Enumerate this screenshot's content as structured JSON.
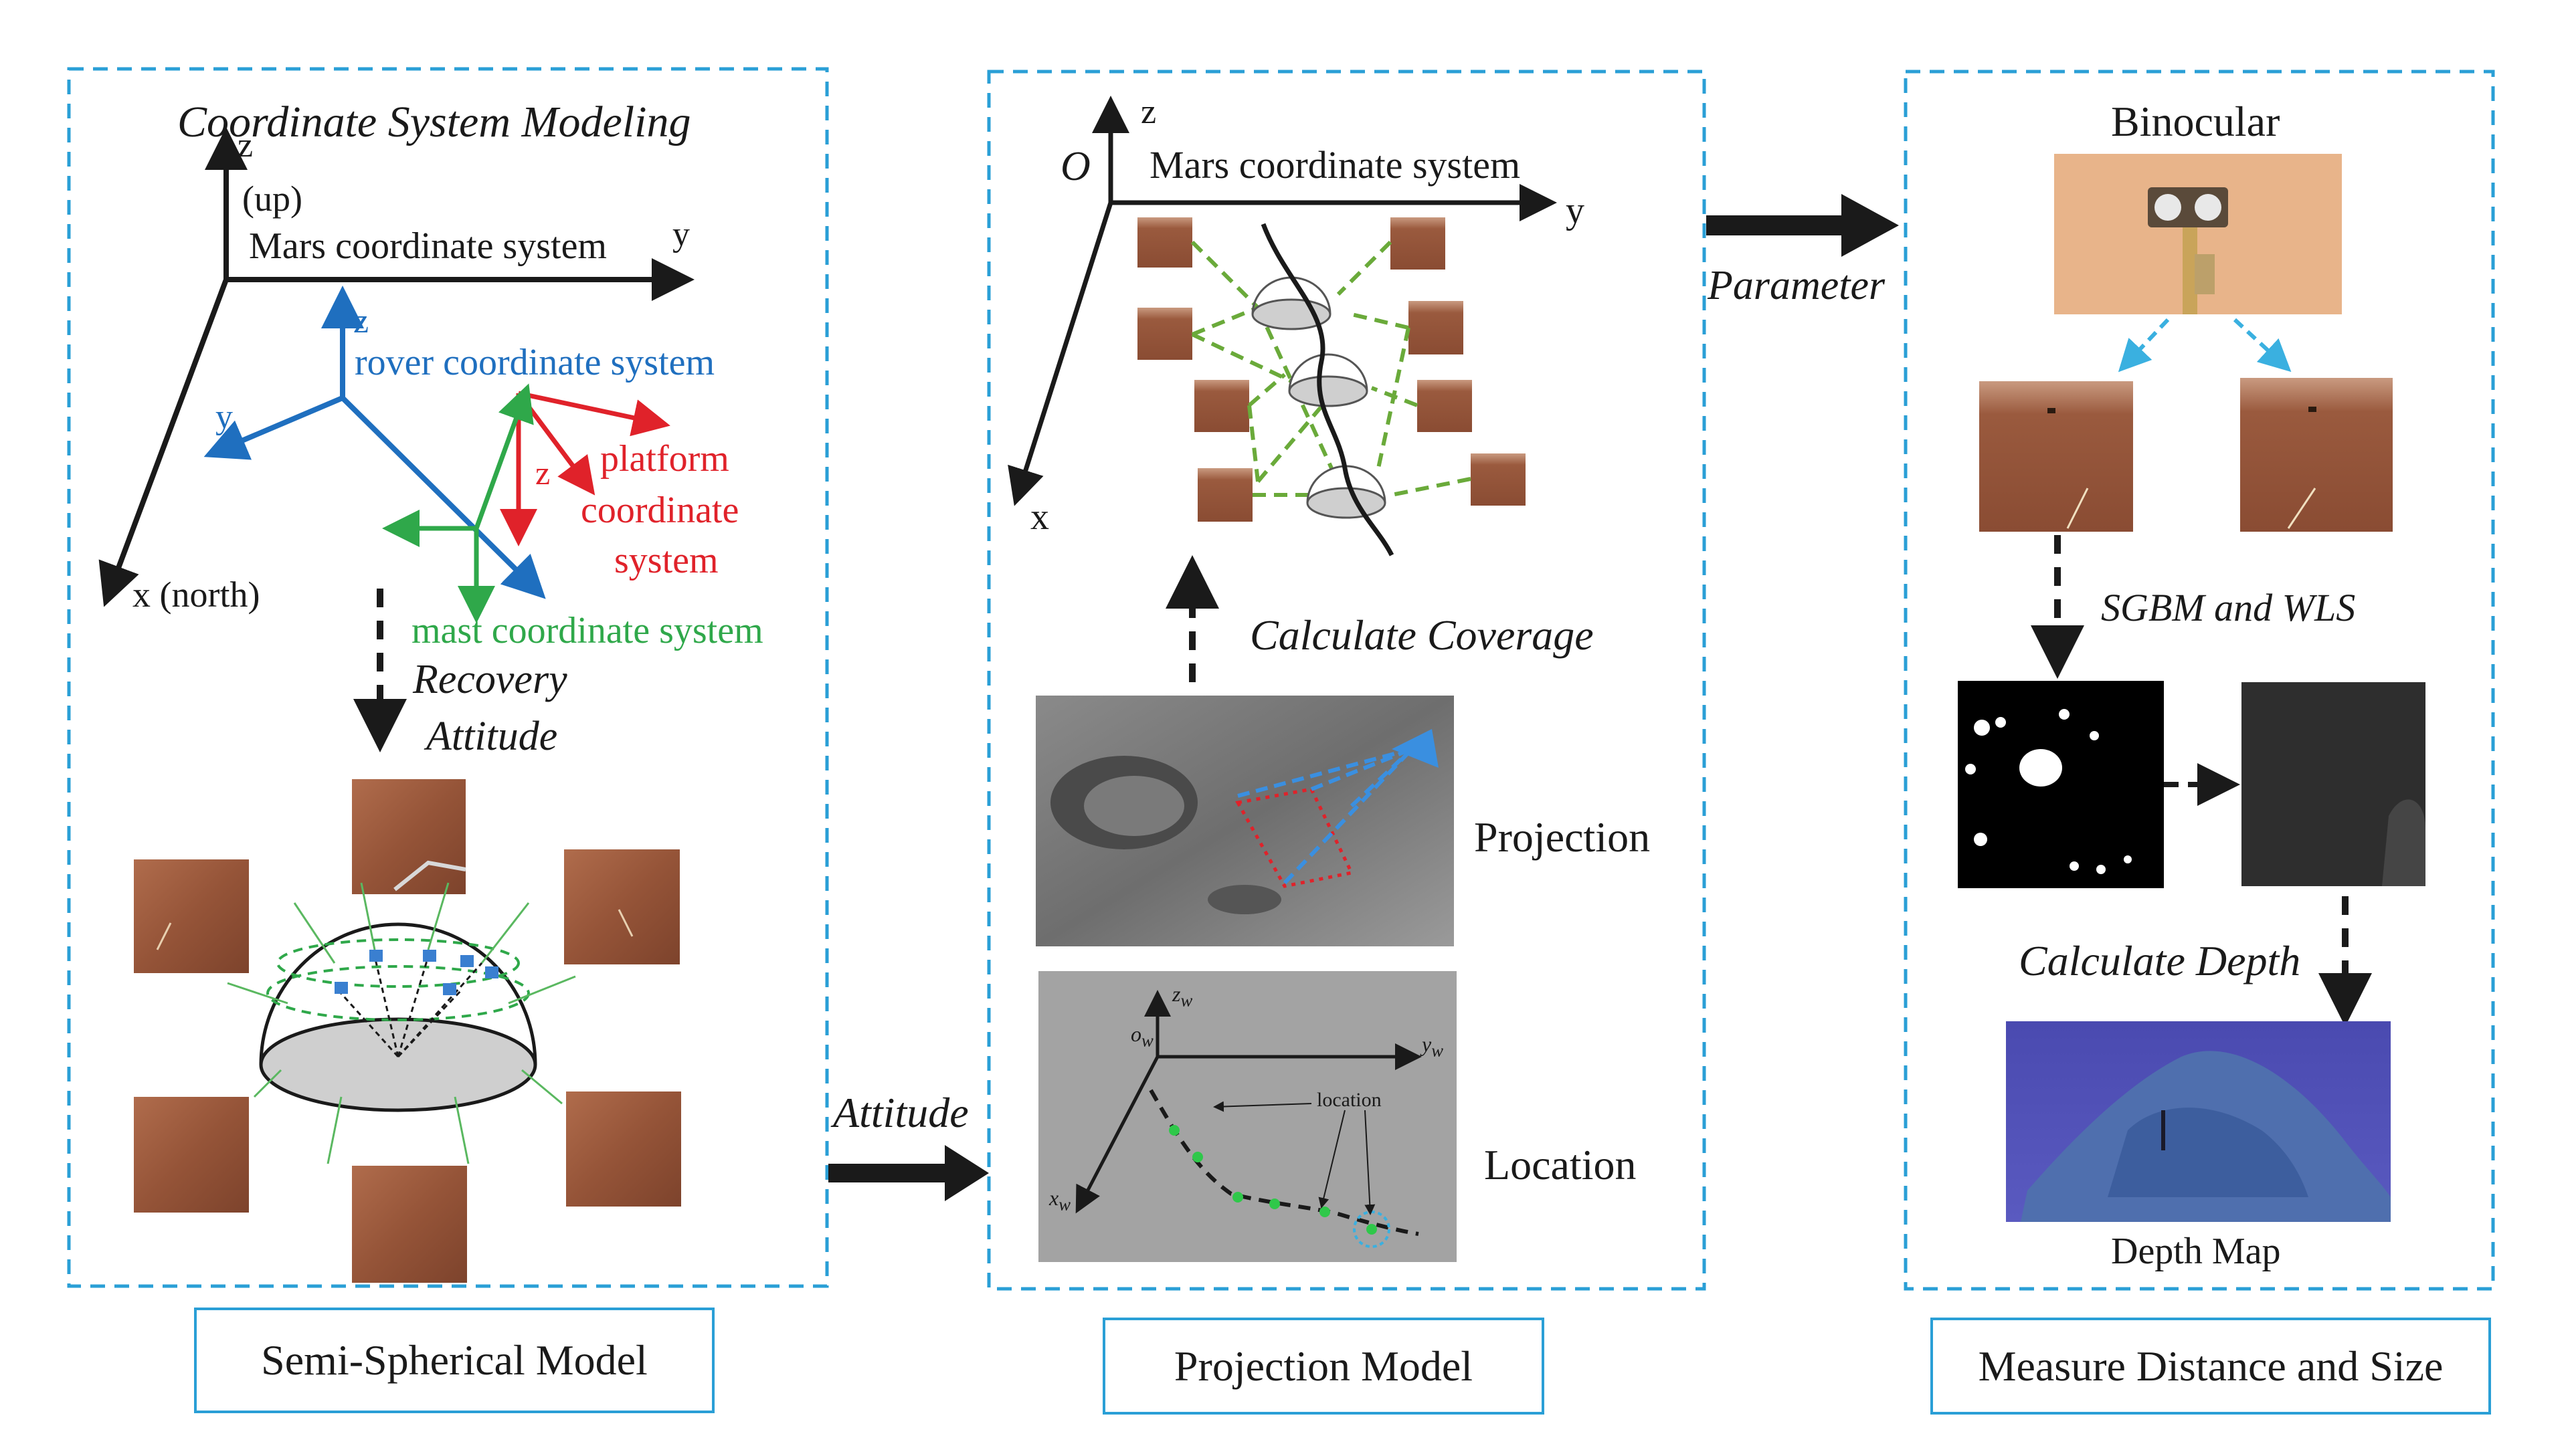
{
  "panels": {
    "left": {
      "title": "Coordinate System Modeling",
      "mars": {
        "z": "z",
        "up": "(up)",
        "label": "Mars coordinate system",
        "y": "y",
        "x": "x (north)"
      },
      "rover": {
        "z": "z",
        "y": "y",
        "label": "rover coordinate system"
      },
      "platform": {
        "z": "z",
        "label_1": "platform",
        "label_2": "coordinate",
        "label_3": "system"
      },
      "mast": {
        "label": "mast coordinate system"
      },
      "step": {
        "line_1": "Recovery",
        "line_2": "Attitude"
      },
      "footer": "Semi-Spherical Model"
    },
    "middle": {
      "origin": "O",
      "z": "z",
      "y": "y",
      "x": "x",
      "mars_label": "Mars coordinate system",
      "coverage": "Calculate Coverage",
      "projection": "Projection",
      "location": "Location",
      "loc_axes": {
        "z": "z",
        "z_sub": "w",
        "o": "o",
        "o_sub": "w",
        "y": "y",
        "y_sub": "w",
        "x": "x",
        "x_sub": "w",
        "tag": "location"
      },
      "footer": "Projection Model"
    },
    "right": {
      "binocular": "Binocular",
      "sgbm": "SGBM and WLS",
      "depth_calc": "Calculate Depth",
      "depth_map": "Depth Map",
      "footer": "Measure Distance and Size"
    }
  },
  "arrows": {
    "attitude": "Attitude",
    "parameter": "Parameter"
  },
  "colors": {
    "frame": "#2a9fd6",
    "rover": "#1f6fbf",
    "platform": "#e0222a",
    "mast": "#2fa84a",
    "dashed_green": "#6aaa3a",
    "mars_soil": "#9a5a3e",
    "depth_blue": "#3a5a9a"
  }
}
